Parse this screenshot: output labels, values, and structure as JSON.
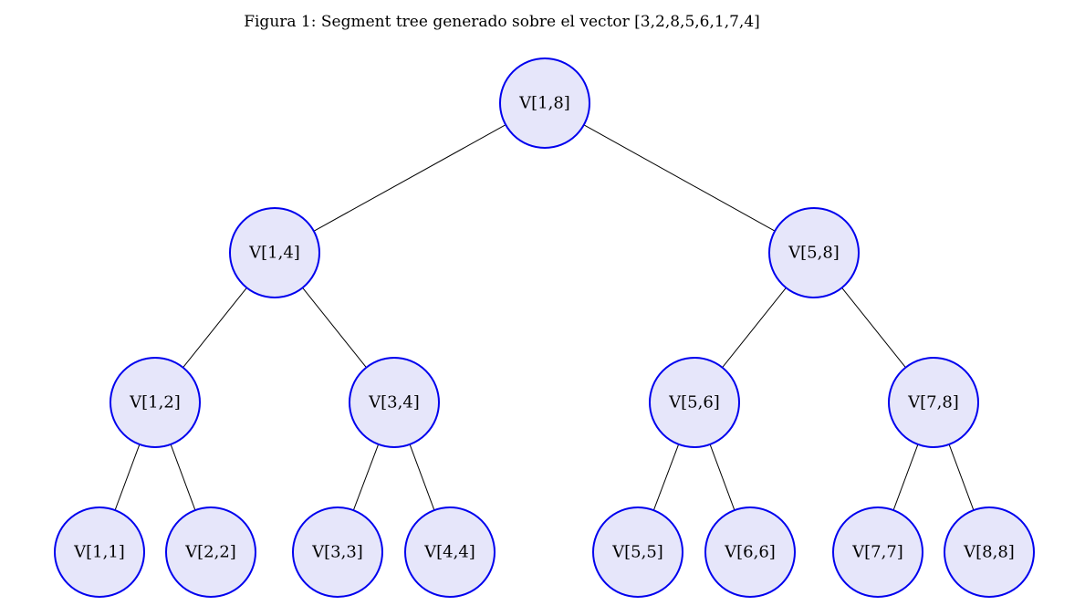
{
  "caption": "Figura 1: Segment tree generado sobre el vector [3,2,8,5,6,1,7,4]",
  "colors": {
    "node_fill": "#e6e6fa",
    "node_stroke": "#0000ee",
    "edge": "#000000"
  },
  "tree": {
    "nodes": [
      {
        "id": "n18",
        "label": "V[1,8]"
      },
      {
        "id": "n14",
        "label": "V[1,4]"
      },
      {
        "id": "n58",
        "label": "V[5,8]"
      },
      {
        "id": "n12",
        "label": "V[1,2]"
      },
      {
        "id": "n34",
        "label": "V[3,4]"
      },
      {
        "id": "n56",
        "label": "V[5,6]"
      },
      {
        "id": "n78",
        "label": "V[7,8]"
      },
      {
        "id": "n11",
        "label": "V[1,1]"
      },
      {
        "id": "n22",
        "label": "V[2,2]"
      },
      {
        "id": "n33",
        "label": "V[3,3]"
      },
      {
        "id": "n44",
        "label": "V[4,4]"
      },
      {
        "id": "n55",
        "label": "V[5,5]"
      },
      {
        "id": "n66",
        "label": "V[6,6]"
      },
      {
        "id": "n77",
        "label": "V[7,7]"
      },
      {
        "id": "n88",
        "label": "V[8,8]"
      }
    ],
    "edges": [
      [
        "n18",
        "n14"
      ],
      [
        "n18",
        "n58"
      ],
      [
        "n14",
        "n12"
      ],
      [
        "n14",
        "n34"
      ],
      [
        "n58",
        "n56"
      ],
      [
        "n58",
        "n78"
      ],
      [
        "n12",
        "n11"
      ],
      [
        "n12",
        "n22"
      ],
      [
        "n34",
        "n33"
      ],
      [
        "n34",
        "n44"
      ],
      [
        "n56",
        "n55"
      ],
      [
        "n56",
        "n66"
      ],
      [
        "n78",
        "n77"
      ],
      [
        "n78",
        "n88"
      ]
    ]
  }
}
